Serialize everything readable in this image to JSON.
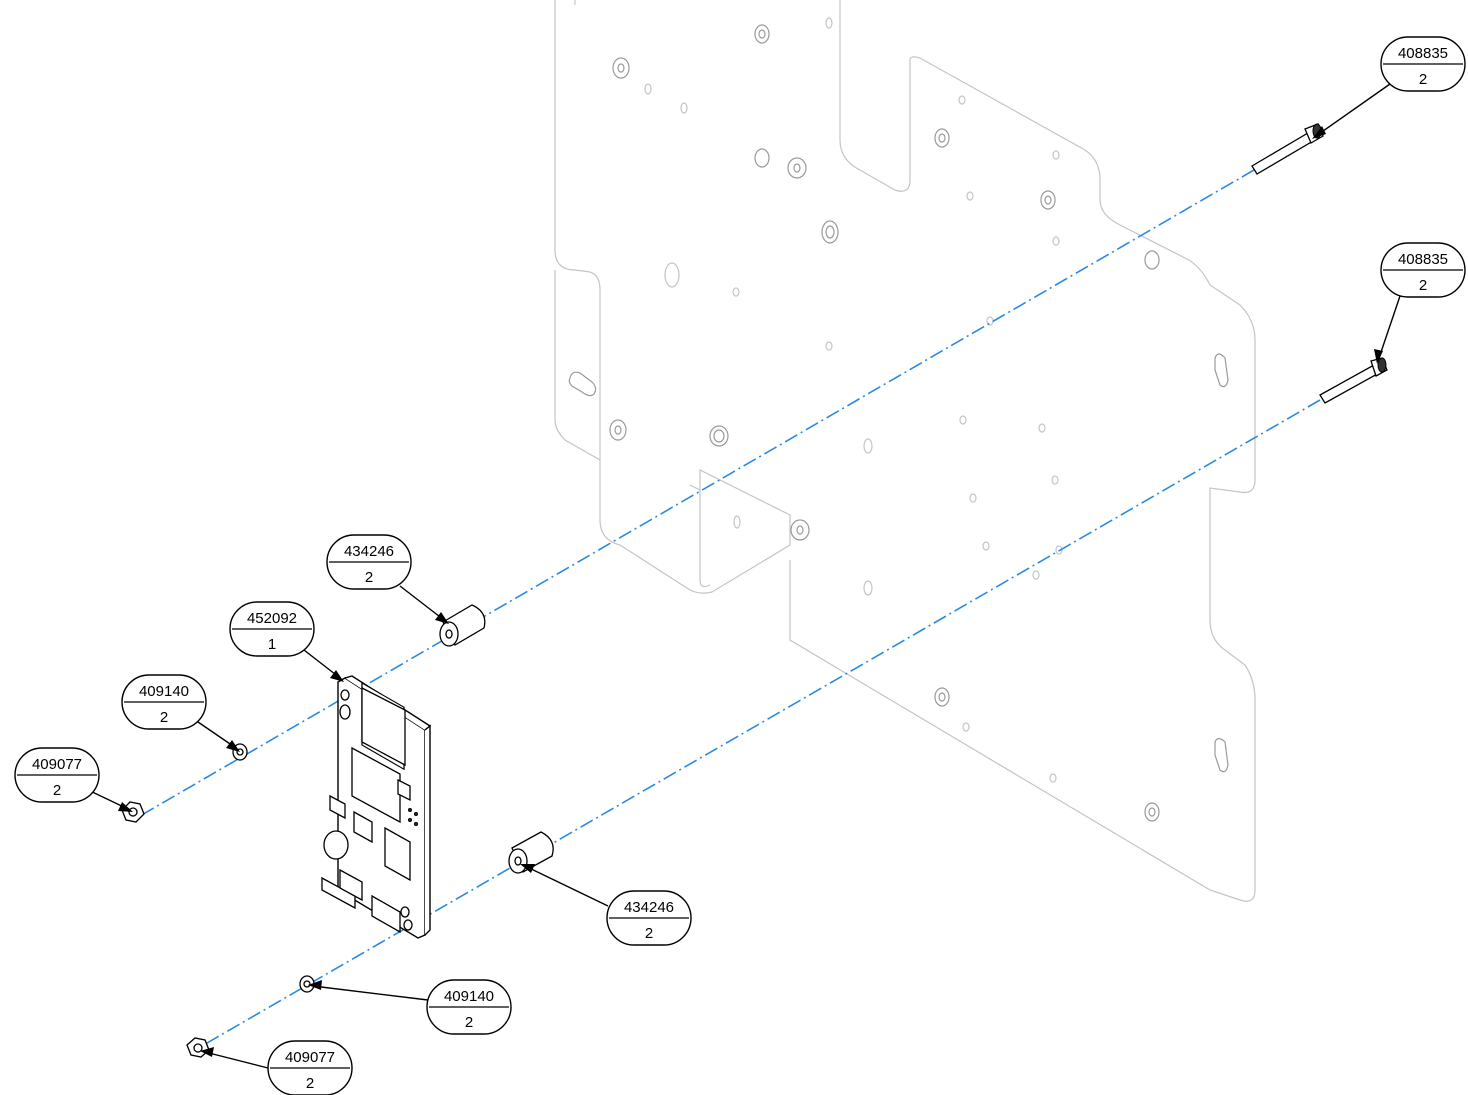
{
  "balloons": [
    {
      "id": "b-408835-top",
      "part": "408835",
      "qty": "2"
    },
    {
      "id": "b-408835-mid",
      "part": "408835",
      "qty": "2"
    },
    {
      "id": "b-434246-upper",
      "part": "434246",
      "qty": "2"
    },
    {
      "id": "b-452092",
      "part": "452092",
      "qty": "1"
    },
    {
      "id": "b-409140-upper",
      "part": "409140",
      "qty": "2"
    },
    {
      "id": "b-409077-upper",
      "part": "409077",
      "qty": "2"
    },
    {
      "id": "b-434246-lower",
      "part": "434246",
      "qty": "2"
    },
    {
      "id": "b-409140-lower",
      "part": "409140",
      "qty": "2"
    },
    {
      "id": "b-409077-lower",
      "part": "409077",
      "qty": "2"
    }
  ],
  "colors": {
    "assembly_axis": "#2b8ae0",
    "ghost_outline": "#c4c4c4",
    "line": "#000000"
  }
}
